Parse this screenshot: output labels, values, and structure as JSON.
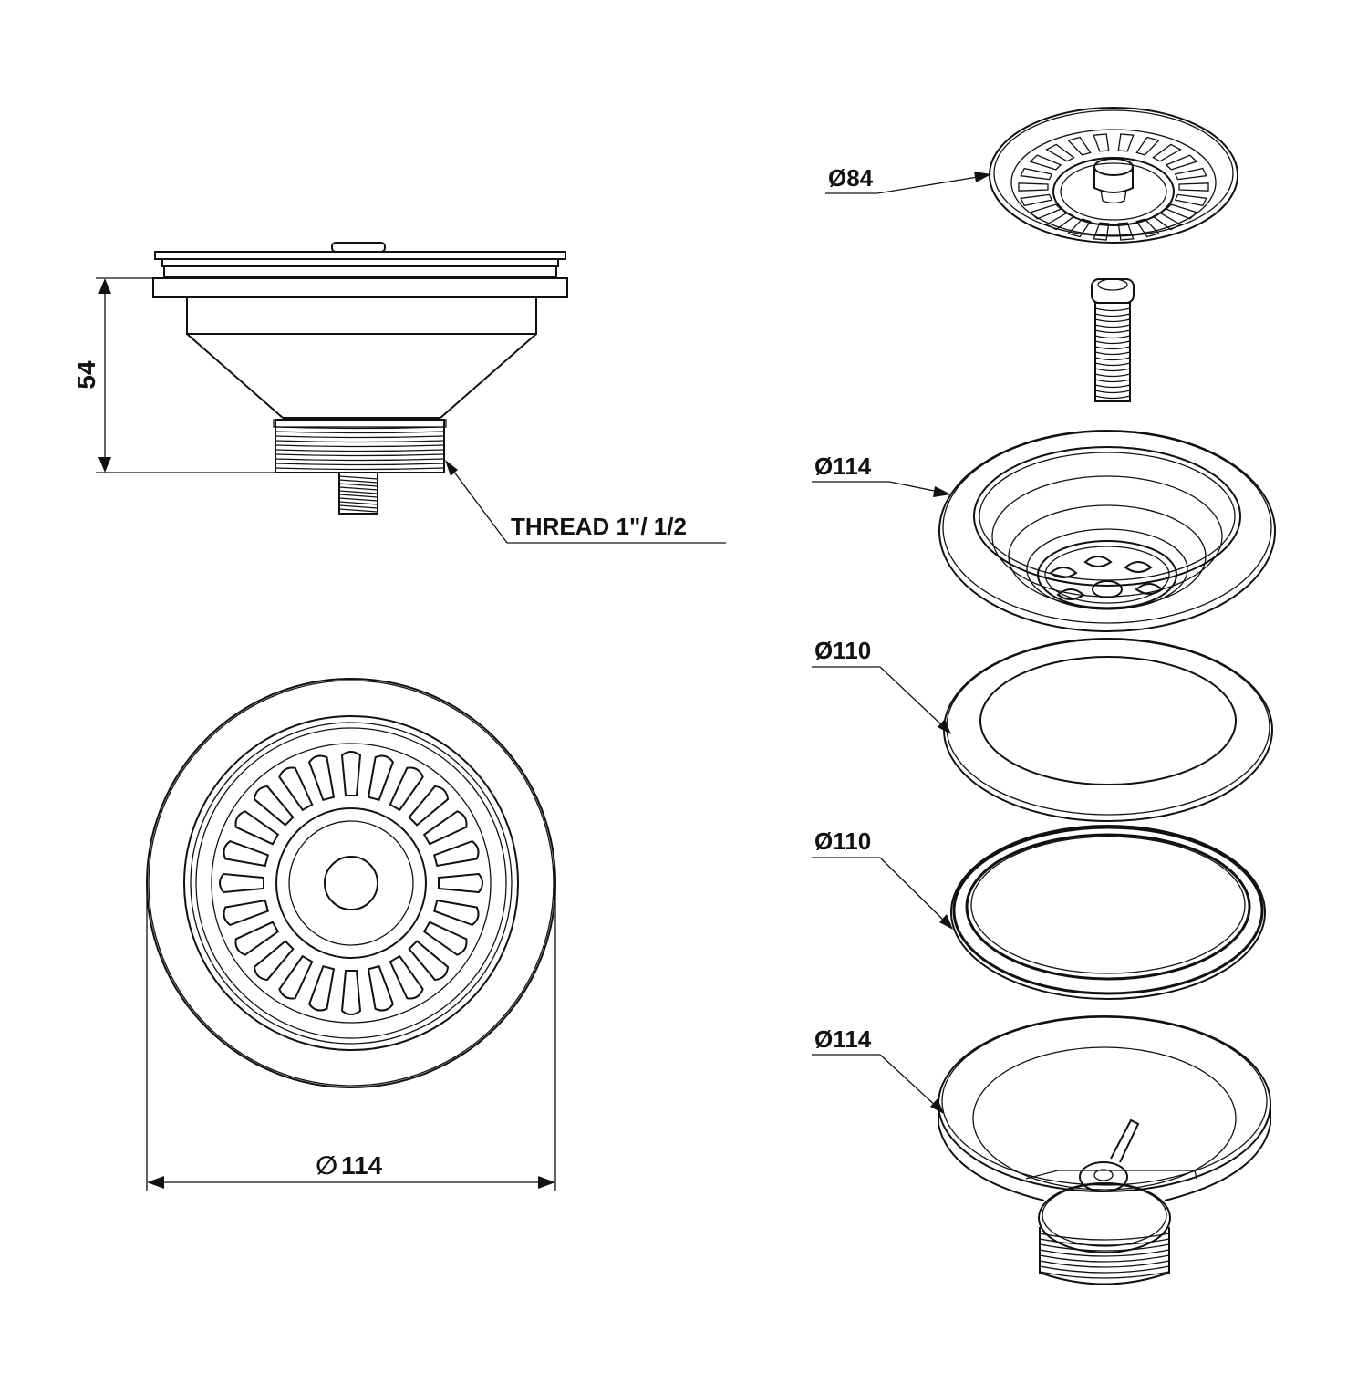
{
  "labels": {
    "height_dim": "54",
    "thread": "THREAD 1\"/ 1/2",
    "top_diameter_symbol": "∅",
    "top_diameter_value": "114",
    "basket_dim": "Ø84",
    "flange_dim": "Ø114",
    "washer1_dim": "Ø110",
    "washer2_dim": "Ø110",
    "body_dim": "Ø114"
  },
  "colors": {
    "ink": "#111111",
    "background": "#ffffff"
  }
}
